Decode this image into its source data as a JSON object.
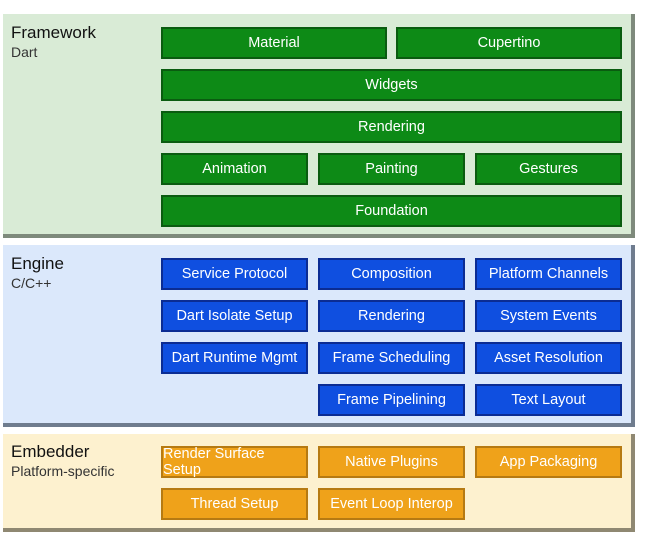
{
  "framework": {
    "title": "Framework",
    "subtitle": "Dart",
    "boxes": [
      "Material",
      "Cupertino",
      "Widgets",
      "Rendering",
      "Animation",
      "Painting",
      "Gestures",
      "Foundation"
    ]
  },
  "engine": {
    "title": "Engine",
    "subtitle": "C/C++",
    "boxes": [
      "Service Protocol",
      "Composition",
      "Platform Channels",
      "Dart Isolate Setup",
      "Rendering",
      "System Events",
      "Dart Runtime Mgmt",
      "Frame Scheduling",
      "Asset Resolution",
      "Frame Pipelining",
      "Text Layout"
    ]
  },
  "embedder": {
    "title": "Embedder",
    "subtitle": "Platform-specific",
    "boxes": [
      "Render Surface Setup",
      "Native Plugins",
      "App Packaging",
      "Thread Setup",
      "Event Loop Interop"
    ]
  },
  "colors": {
    "framework_bg": "#d9ebd6",
    "engine_bg": "#dbe8fb",
    "embedder_bg": "#fdf1cf",
    "framework_box": "#0d8a16",
    "engine_box": "#0f4fe0",
    "embedder_box": "#efa21a"
  }
}
